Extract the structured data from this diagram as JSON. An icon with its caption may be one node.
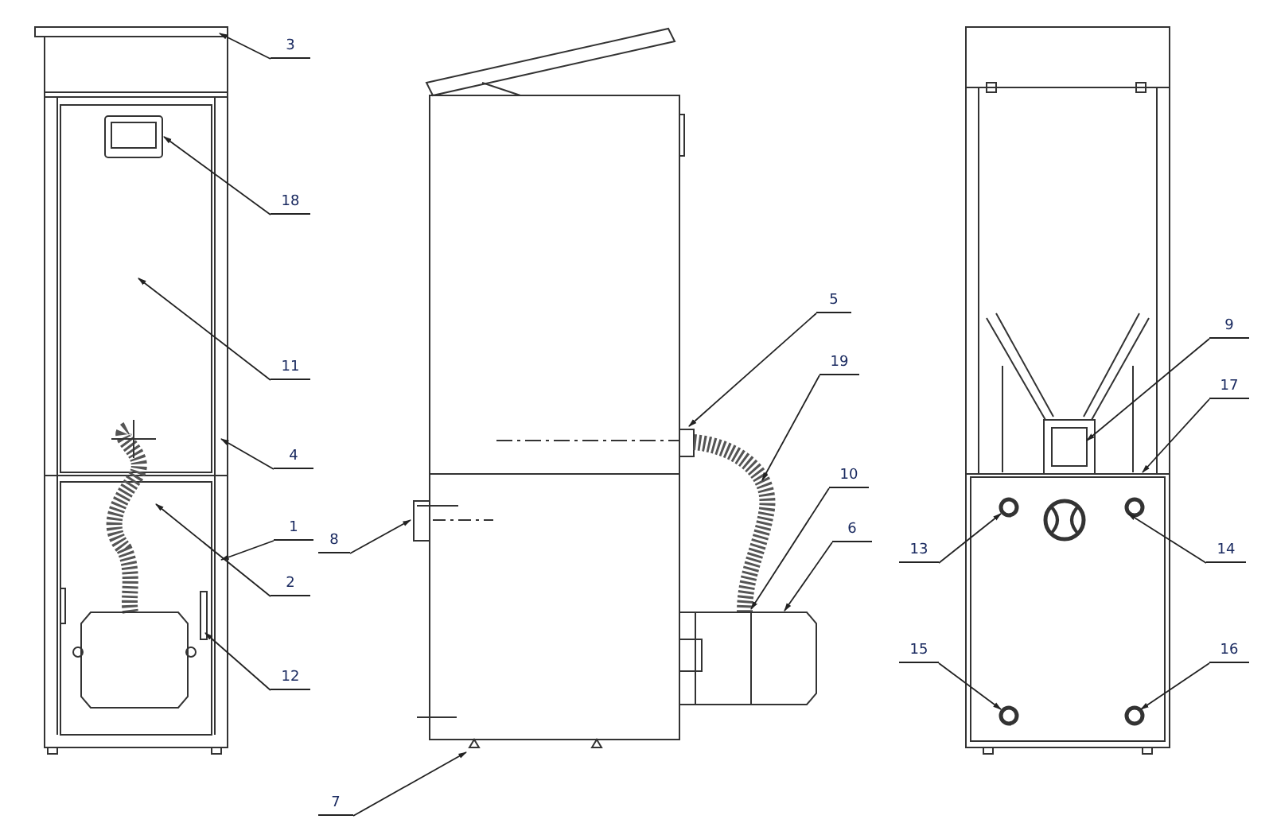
{
  "diagram": {
    "nodes": [
      {
        "text": [
          "3"
        ]
      },
      {
        "text": [
          "18"
        ]
      },
      {
        "text": [
          "11"
        ]
      },
      {
        "text": [
          "4"
        ]
      },
      {
        "text": [
          "1"
        ]
      },
      {
        "text": [
          "2"
        ]
      },
      {
        "text": [
          "12"
        ]
      },
      {
        "text": [
          "8"
        ]
      },
      {
        "text": [
          "7"
        ]
      },
      {
        "text": [
          "5"
        ]
      },
      {
        "text": [
          "19"
        ]
      },
      {
        "text": [
          "10"
        ]
      },
      {
        "text": [
          "6"
        ]
      },
      {
        "text": [
          "9"
        ]
      },
      {
        "text": [
          "17"
        ]
      },
      {
        "text": [
          "13"
        ]
      },
      {
        "text": [
          "14"
        ]
      },
      {
        "text": [
          "15"
        ]
      },
      {
        "text": [
          "16"
        ]
      }
    ],
    "edges": [
      {
        "from": 0,
        "to": null,
        "arrow": "to"
      },
      {
        "from": 1,
        "to": null,
        "arrow": "to"
      },
      {
        "from": 2,
        "to": null,
        "arrow": "to"
      },
      {
        "from": 3,
        "to": null,
        "arrow": "to"
      },
      {
        "from": 4,
        "to": null,
        "arrow": "to"
      },
      {
        "from": 5,
        "to": null,
        "arrow": "to"
      },
      {
        "from": 6,
        "to": null,
        "arrow": "to"
      },
      {
        "from": 7,
        "to": null,
        "arrow": "to"
      },
      {
        "from": 8,
        "to": null,
        "arrow": "to"
      },
      {
        "from": 9,
        "to": null,
        "arrow": "to"
      },
      {
        "from": 10,
        "to": null,
        "arrow": "to"
      },
      {
        "from": 11,
        "to": null,
        "arrow": "to"
      },
      {
        "from": 12,
        "to": null,
        "arrow": "to"
      },
      {
        "from": 13,
        "to": null,
        "arrow": "to"
      },
      {
        "from": 14,
        "to": null,
        "arrow": "to"
      },
      {
        "from": 15,
        "to": null,
        "arrow": "to"
      },
      {
        "from": 16,
        "to": null,
        "arrow": "to"
      },
      {
        "from": 17,
        "to": null,
        "arrow": "to"
      },
      {
        "from": 18,
        "to": null,
        "arrow": "to"
      }
    ]
  }
}
